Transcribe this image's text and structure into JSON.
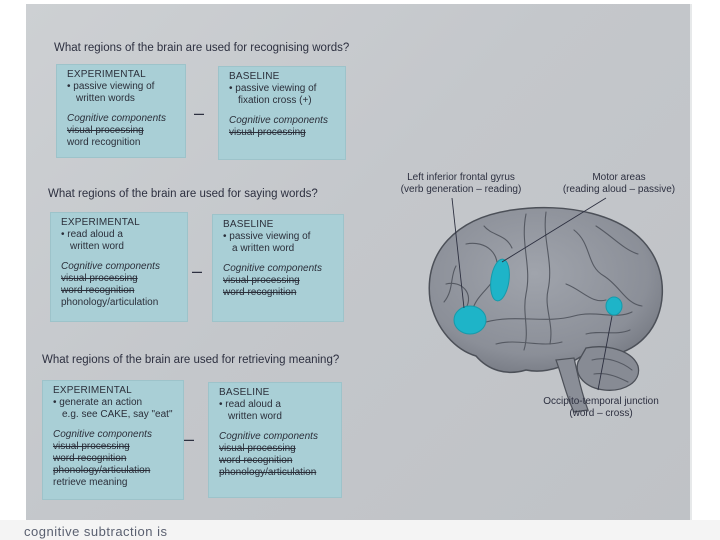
{
  "sections": [
    {
      "question": "What regions of the brain are used for recognising words?",
      "experimental": {
        "title": "EXPERIMENTAL",
        "bullet": "passive viewing of",
        "bullet_cont": "written words",
        "components_title": "Cognitive components",
        "components": [
          {
            "text": "visual processing",
            "struck": true
          },
          {
            "text": "word recognition",
            "struck": false
          }
        ]
      },
      "operator": "–",
      "baseline": {
        "title": "BASELINE",
        "bullet": "passive viewing of",
        "bullet_cont": "fixation cross (+)",
        "components_title": "Cognitive components",
        "components": [
          {
            "text": "visual processing",
            "struck": true
          }
        ]
      }
    },
    {
      "question": "What regions of the brain are used for saying words?",
      "experimental": {
        "title": "EXPERIMENTAL",
        "bullet": "read aloud a",
        "bullet_cont": "written word",
        "components_title": "Cognitive components",
        "components": [
          {
            "text": "visual processing",
            "struck": true
          },
          {
            "text": "word recognition",
            "struck": true
          },
          {
            "text": "phonology/articulation",
            "struck": false
          }
        ]
      },
      "operator": "–",
      "baseline": {
        "title": "BASELINE",
        "bullet": "passive viewing of",
        "bullet_cont": "a written word",
        "components_title": "Cognitive components",
        "components": [
          {
            "text": "visual processing",
            "struck": true
          },
          {
            "text": "word recognition",
            "struck": true
          }
        ]
      }
    },
    {
      "question": "What regions of the brain are used for retrieving meaning?",
      "experimental": {
        "title": "EXPERIMENTAL",
        "bullet": "generate an action",
        "bullet_cont": "e.g. see CAKE, say \"eat\"",
        "components_title": "Cognitive components",
        "components": [
          {
            "text": "visual processing",
            "struck": true
          },
          {
            "text": "word recognition",
            "struck": true
          },
          {
            "text": "phonology/articulation",
            "struck": true
          },
          {
            "text": "retrieve meaning",
            "struck": false
          }
        ]
      },
      "operator": "–",
      "baseline": {
        "title": "BASELINE",
        "bullet": "read aloud a",
        "bullet_cont": "written word",
        "components_title": "Cognitive components",
        "components": [
          {
            "text": "visual processing",
            "struck": true
          },
          {
            "text": "word recognition",
            "struck": true
          },
          {
            "text": "phonology/articulation",
            "struck": true
          }
        ]
      }
    }
  ],
  "brain_labels": {
    "left_frontal": {
      "line1": "Left inferior frontal gyrus",
      "line2": "(verb generation – reading)"
    },
    "motor": {
      "line1": "Motor areas",
      "line2": "(reading aloud – passive)"
    },
    "occipito": {
      "line1": "Occipito-temporal junction",
      "line2": "(word – cross)"
    }
  },
  "footer_text": "cognitive subtraction is",
  "colors": {
    "box": "#a9cfd6",
    "activation": "#1eb4c8",
    "brain": "#8f939c",
    "page": "#c9cccf"
  }
}
